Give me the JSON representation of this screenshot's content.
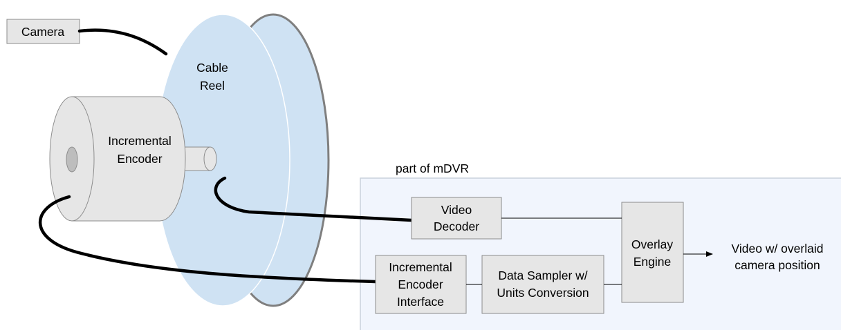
{
  "colors": {
    "reel_fill": "#cfe2f3",
    "reel_stroke": "#7f7f7f",
    "box_fill": "#e6e6e6",
    "box_stroke": "#8c8c8c",
    "region_fill": "#f1f5fd",
    "region_stroke": "#c9d1dc",
    "cable": "#000000"
  },
  "camera": {
    "label": "Camera"
  },
  "reel": {
    "label_line1": "Cable",
    "label_line2": "Reel"
  },
  "encoder": {
    "label_line1": "Incremental",
    "label_line2": "Encoder"
  },
  "mdvr": {
    "region_label": "part of mDVR",
    "video_decoder": {
      "line1": "Video",
      "line2": "Decoder"
    },
    "encoder_interface": {
      "line1": "Incremental",
      "line2": "Encoder",
      "line3": "Interface"
    },
    "data_sampler": {
      "line1": "Data Sampler w/",
      "line2": "Units Conversion"
    },
    "overlay_engine": {
      "line1": "Overlay",
      "line2": "Engine"
    }
  },
  "output": {
    "line1": "Video w/ overlaid",
    "line2": "camera position"
  }
}
